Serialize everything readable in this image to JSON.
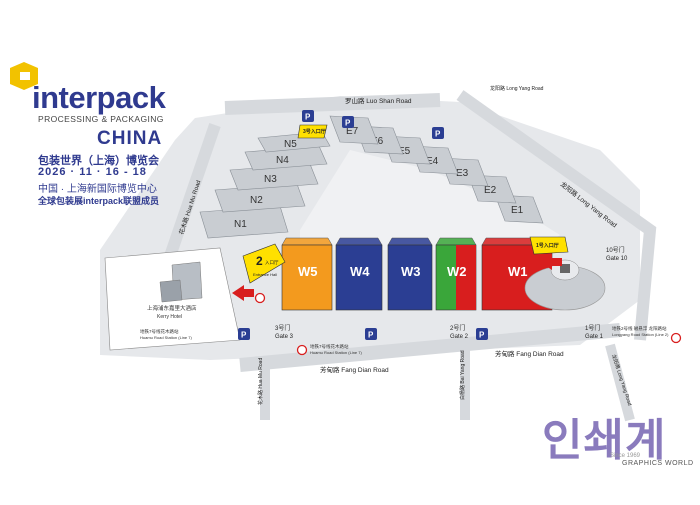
{
  "logo": {
    "wordmark": "interpack",
    "tagline": "PROCESSING & PACKAGING",
    "region": "CHINA",
    "cn_title": "包装世界（上海）博览会",
    "dates": "2026 · 11 · 16 - 18",
    "venue": "中国 · 上海新国际博览中心",
    "member": "全球包装展interpack联盟成员",
    "accent_color": "#f2c200",
    "brand_color": "#2f3a8f"
  },
  "roads": {
    "north": "罗山路 Luo Shan Road",
    "east": "龙阳路 Long Yang Road",
    "south": "芳甸路 Fang Dian Road",
    "west": "花木路 Hua Mu Road",
    "south_west": "花木路 Hua Mu Road",
    "south_center": "白杨路 Bai Yang Road",
    "east_south": "龙阳路 Long Yang Road",
    "east_top": "龙阳路 Long Yang Road"
  },
  "halls_east": [
    "E1",
    "E2",
    "E3",
    "E4",
    "E5",
    "E6",
    "E7"
  ],
  "halls_north": [
    "N1",
    "N2",
    "N3",
    "N4",
    "N5"
  ],
  "halls_west": [
    "W1",
    "W2",
    "W3",
    "W4",
    "W5"
  ],
  "hall_colors": {
    "W1": "#d81e1e",
    "W2": "#3aa63a",
    "W3": "#2b3e93",
    "W4": "#2b3e93",
    "W5": "#f39a1e",
    "grey": "#c9cdd2",
    "yellow": "#ffe000"
  },
  "entrances": {
    "entrance2_num": "2",
    "entrance2_label": "入口厅",
    "entrance2_sub": "Entrance Hall",
    "entrance1_label": "1号入口厅",
    "entrance3_label": "3号入口厅"
  },
  "gates": {
    "gate1_cn": "1号门",
    "gate1": "Gate 1",
    "gate2_cn": "2号门",
    "gate2": "Gate 2",
    "gate3_cn": "3号门",
    "gate3": "Gate 3",
    "gate10_cn": "10号门",
    "gate10": "Gate 10"
  },
  "parking": [
    "P",
    "P",
    "P",
    "P",
    "P",
    "P"
  ],
  "hotel": {
    "cn": "上海浦东嘉里大酒店",
    "en": "Kerry Hotel"
  },
  "metro": {
    "w_station": "地铁7号线花木路站",
    "w_station_en": "Huamu Road Station (Line 7)",
    "c_station": "地铁7号线花木路站",
    "c_station_en": "Huamu Road Station (Line 7)",
    "e_station": "地铁2号线 磁悬浮 龙阳路站",
    "e_station_en": "Longyang Road Station (Line 2)"
  },
  "watermark": {
    "text": "인쇄계",
    "since": "Since 1969",
    "sub": "GRAPHICS WORLD"
  }
}
